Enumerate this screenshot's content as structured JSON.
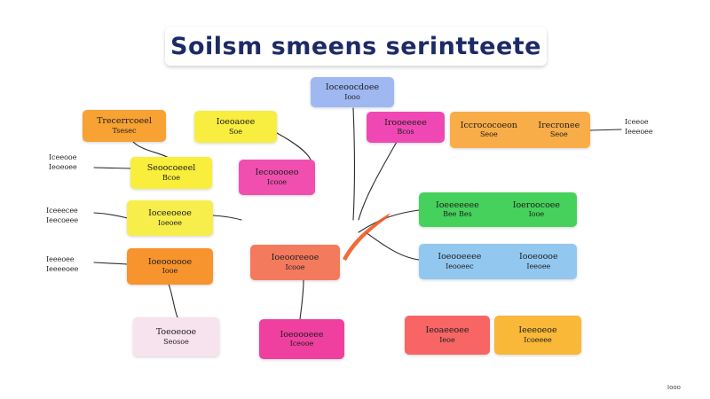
{
  "title": "Soilsm smeens serintteete",
  "colors": {
    "title": "#1c2a66",
    "connector": "#2a2a2a",
    "accent_arrow": "#f05a22"
  },
  "nodes": {
    "top_blue": {
      "l1": "Ioceoocdoee",
      "l2": "Iooo"
    },
    "orange_left": {
      "l1": "Trecerrcoeel",
      "l2": "Tsesec"
    },
    "yellow_top": {
      "l1": "Ioeoaoee",
      "l2": "Soe"
    },
    "magenta_top": {
      "l1": "Irooeeeee",
      "l2": "Bcos"
    },
    "orange_right": {
      "l1a": "Iccrococoeon",
      "l2a": "Seoe",
      "l1b": "Irecronee",
      "l2b": "Seoe"
    },
    "yellow_mid": {
      "l1": "Seoocoeeel",
      "l2": "Bcoe"
    },
    "magenta_mid": {
      "l1": "Iecooooeo",
      "l2": "Icooe"
    },
    "yellow_low": {
      "l1": "Ioceeoeoe",
      "l2": "Ioeoee"
    },
    "green": {
      "l1a": "Ioeeeeeee",
      "l2a": "Bee Bes",
      "l1b": "Ioeroocoee",
      "l2b": "Iooe"
    },
    "orange_low": {
      "l1": "Ioeoooooe",
      "l2": "Iooe"
    },
    "salmon_center": {
      "l1": "Ioeooreeoe",
      "l2": "Icooe"
    },
    "blue_right": {
      "l1a": "Ioeooeeee",
      "l2a": "Ieooeec",
      "l1b": "Iooeoooe",
      "l2b": "Ieeoee"
    },
    "pink_bottom": {
      "l1": "Toeoeooe",
      "l2": "Seosoe"
    },
    "magenta_bottom": {
      "l1": "Ioeoooeee",
      "l2": "Iceooe"
    },
    "red_bottom": {
      "l1": "Ieoaeeoee",
      "l2": "Ieoe"
    },
    "orange_bottom": {
      "l1": "Ieeeoeoe",
      "l2": "Icoeeee"
    }
  },
  "side_labels": {
    "right_top": [
      "Iceeoe",
      "Ieeeoee"
    ],
    "left_1": [
      "Iceeooe",
      "Ieoeoee"
    ],
    "left_2": [
      "Iceeecee",
      "Ieecoeee"
    ],
    "left_3": [
      "Ieeeoee",
      "Ieeeeoee"
    ]
  },
  "footer": "Iooo"
}
